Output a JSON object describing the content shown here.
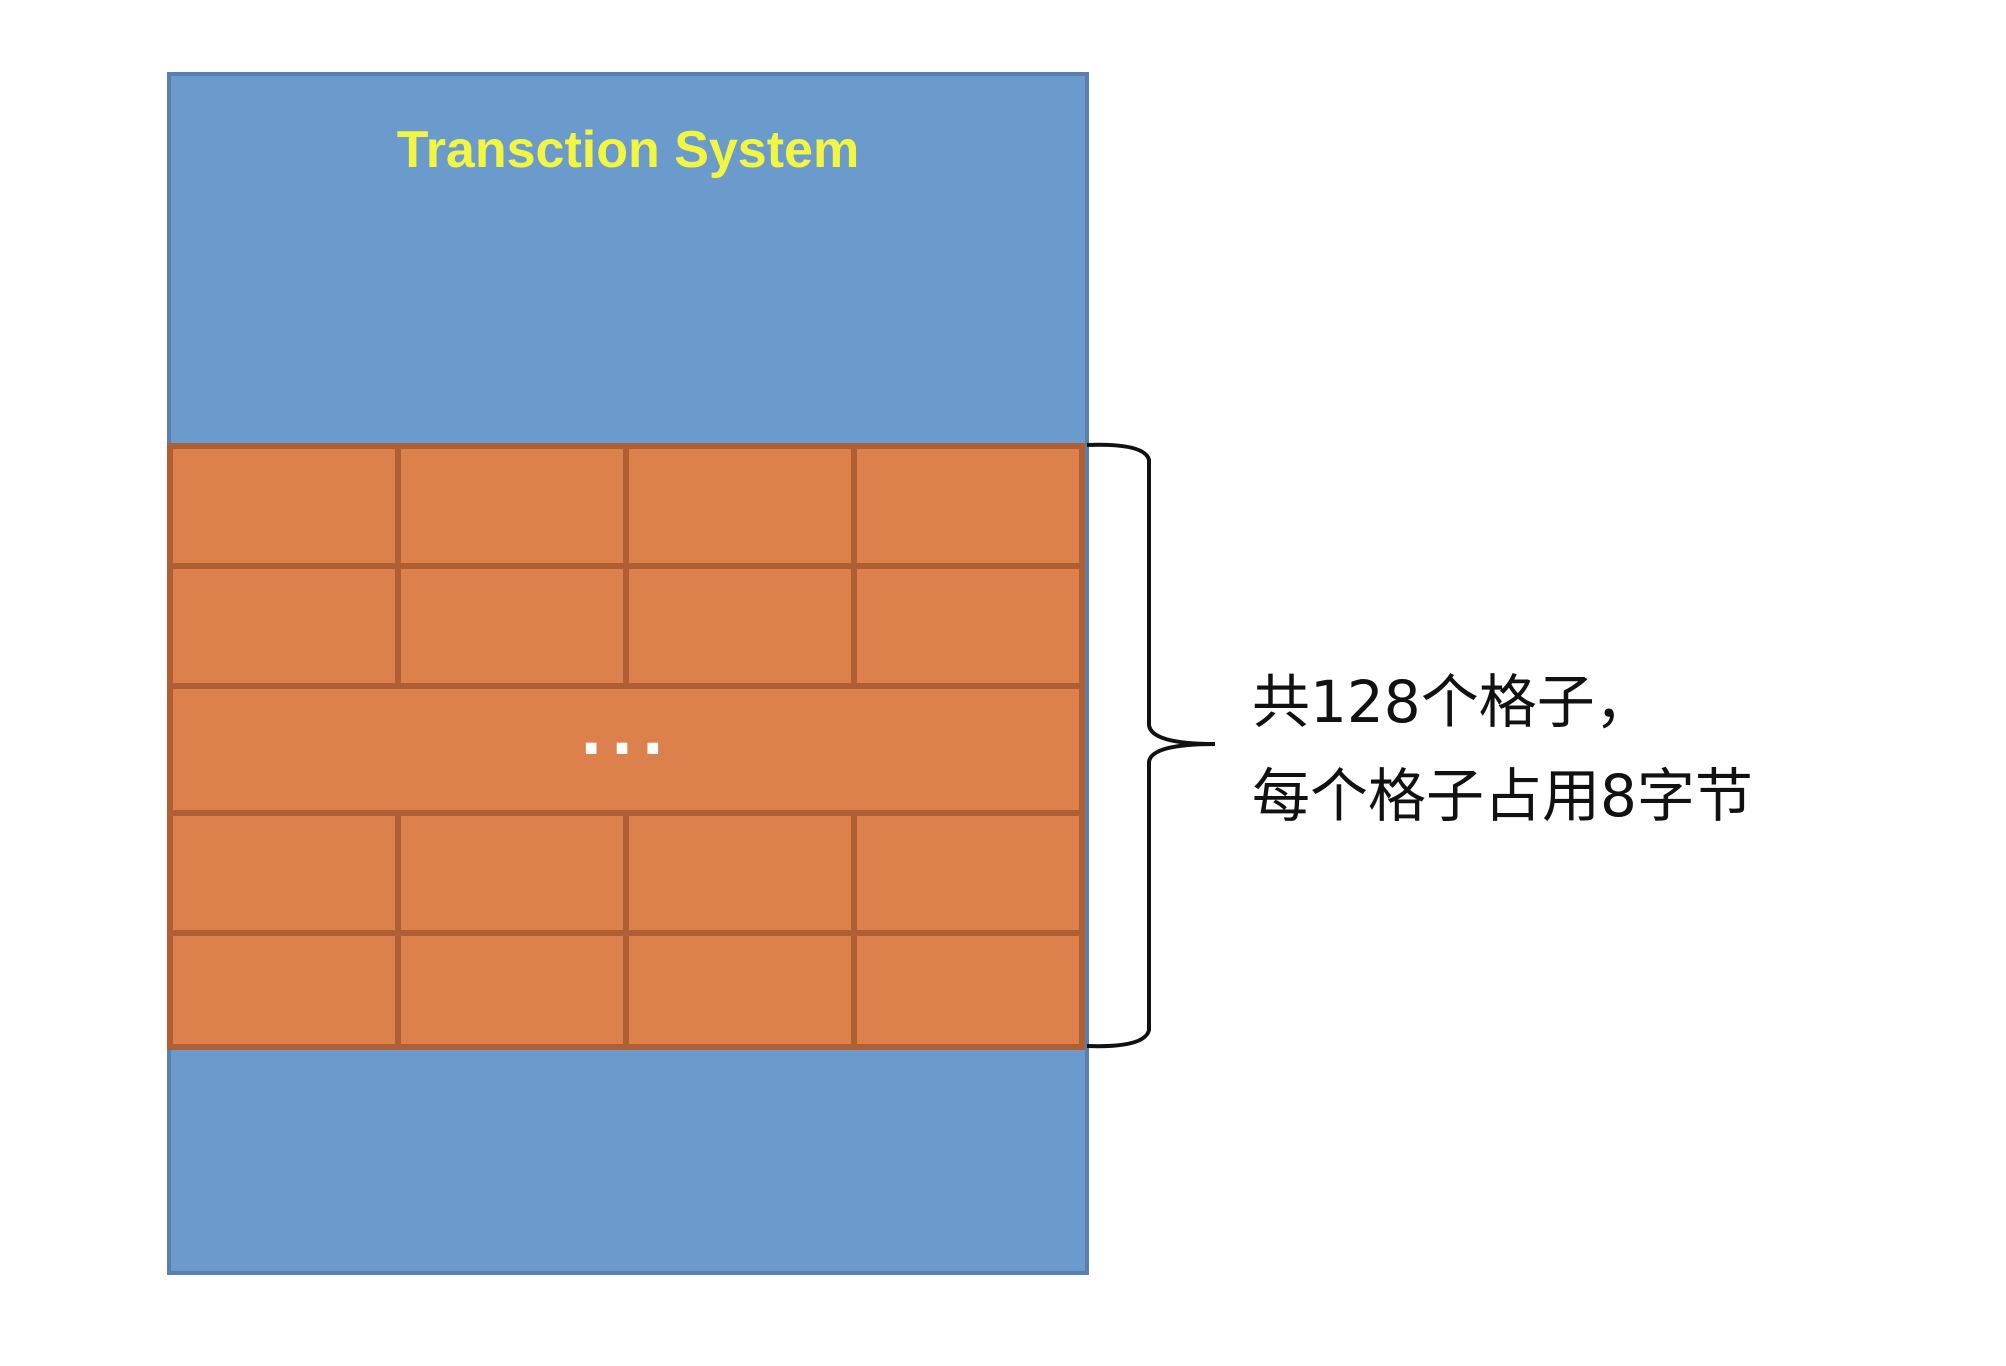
{
  "title": "Transction System",
  "grid": {
    "ellipsis": "...",
    "rows_shown": 4,
    "columns": 4
  },
  "annotation": {
    "line1": "共128个格子，",
    "line2": "每个格子占用8字节"
  },
  "colors": {
    "system": "#6b9bcd",
    "cells": "#dc814b",
    "cell_border": "#b05e34",
    "title": "#f2f542"
  }
}
